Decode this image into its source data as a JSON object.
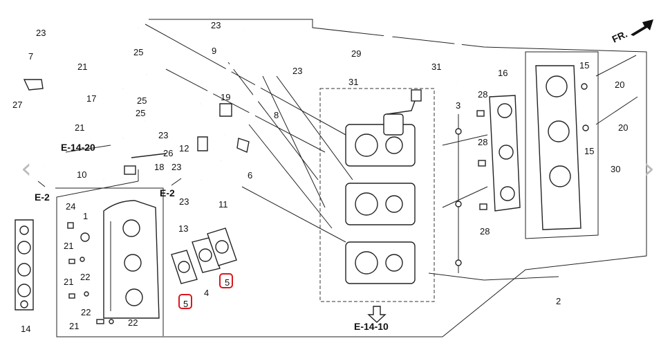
{
  "navigation": {
    "prev_icon": "chevron-left-icon",
    "next_icon": "chevron-right-icon"
  },
  "direction": {
    "label": "FR."
  },
  "references": [
    "E-14-20",
    "E-2",
    "E-2",
    "E-14-10"
  ],
  "callouts": [
    "23",
    "7",
    "27",
    "21",
    "17",
    "25",
    "25",
    "25",
    "21",
    "23",
    "12",
    "26",
    "10",
    "18",
    "23",
    "23",
    "9",
    "23",
    "19",
    "8",
    "6",
    "11",
    "29",
    "31",
    "31",
    "3",
    "16",
    "28",
    "28",
    "28",
    "15",
    "20",
    "20",
    "15",
    "30",
    "2",
    "13",
    "1",
    "24",
    "21",
    "22",
    "21",
    "22",
    "22",
    "21",
    "14",
    "5",
    "4",
    "5",
    "23"
  ],
  "highlight_color": "#d9161e"
}
